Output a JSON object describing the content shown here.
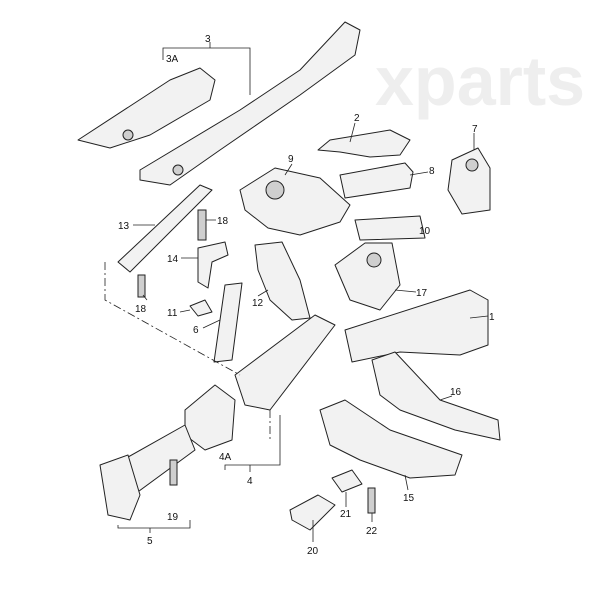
{
  "diagram": {
    "watermark": "xparts",
    "labels": [
      "3",
      "3A",
      "2",
      "7",
      "9",
      "8",
      "13",
      "18",
      "10",
      "14",
      "17",
      "18",
      "12",
      "11",
      "1",
      "6",
      "16",
      "4A",
      "4",
      "19",
      "15",
      "21",
      "22",
      "5",
      "20"
    ]
  }
}
